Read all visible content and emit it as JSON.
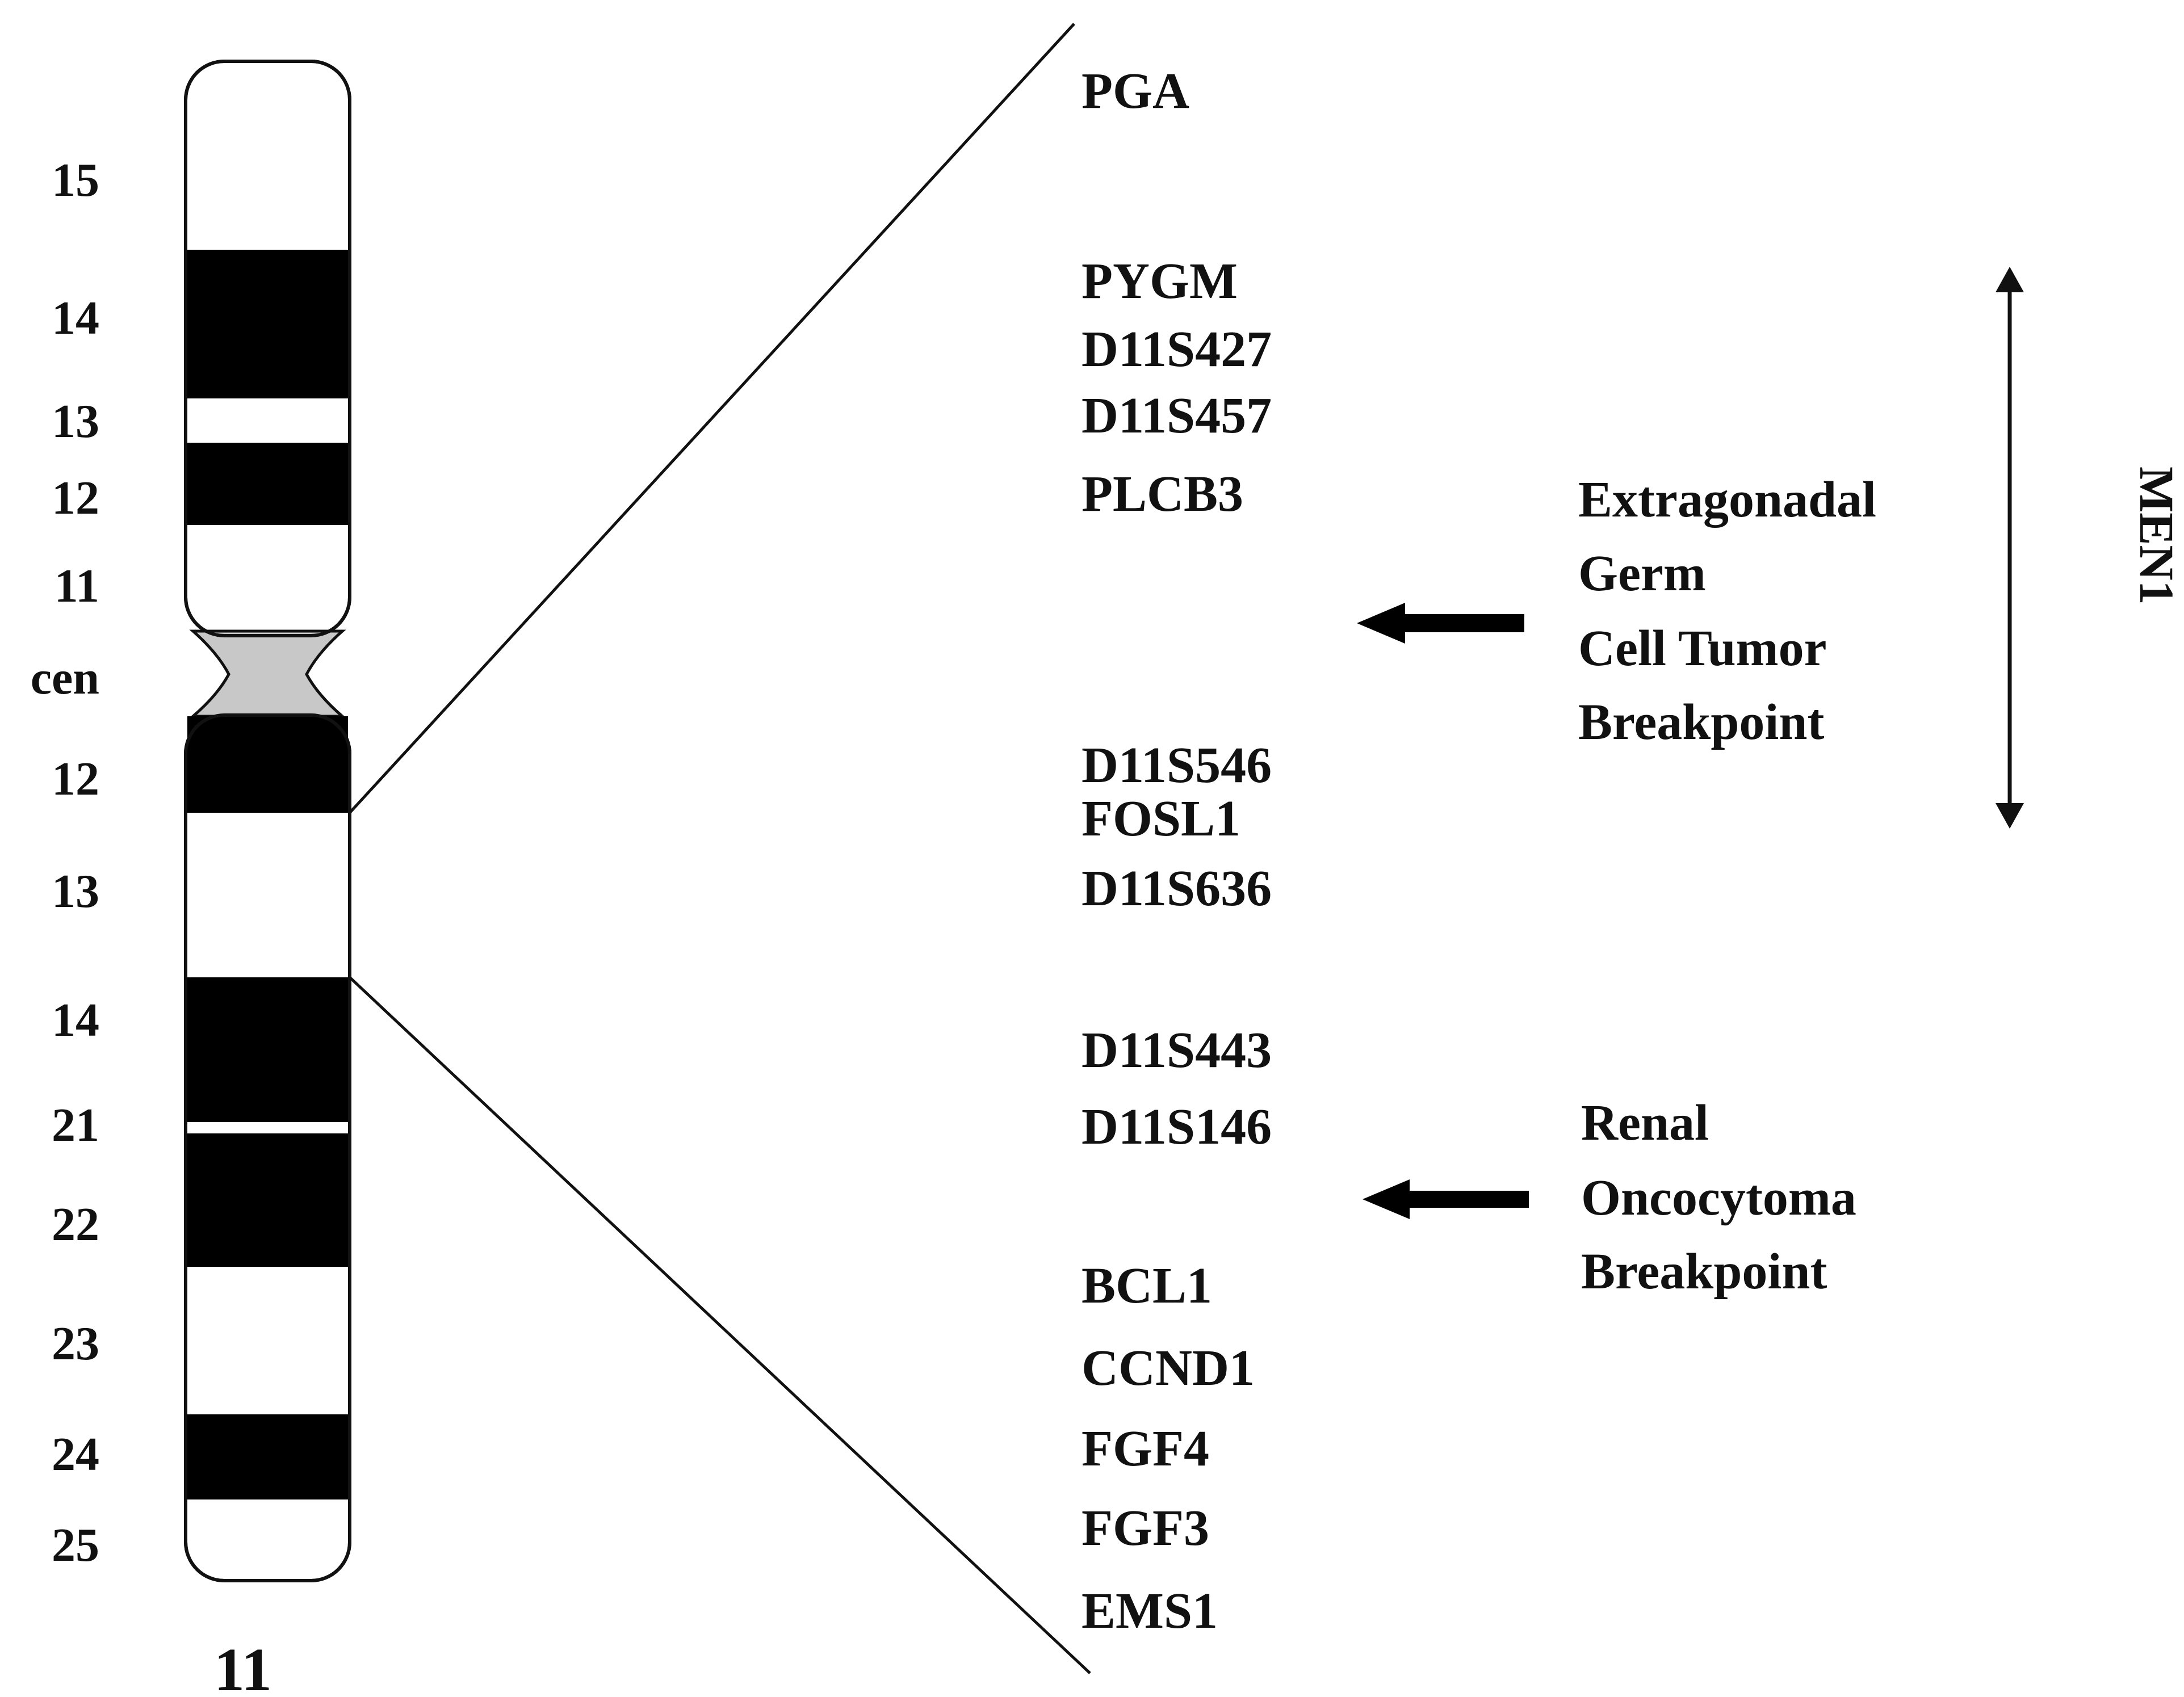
{
  "chromosome": {
    "name": "11",
    "band_labels": [
      "15",
      "14",
      "13",
      "12",
      "11",
      "cen",
      "12",
      "13",
      "14",
      "21",
      "22",
      "23",
      "24",
      "25"
    ]
  },
  "markers": [
    "PGA",
    "PYGM",
    "D11S427",
    "D11S457",
    "PLCB3",
    "D11S546",
    "FOSL1",
    "D11S636",
    "D11S443",
    "D11S146",
    "BCL1",
    "CCND1",
    "FGF4",
    "FGF3",
    "EMS1"
  ],
  "breakpoints": [
    {
      "lines": [
        "Extragonadal",
        "Germ",
        "Cell Tumor",
        "Breakpoint"
      ]
    },
    {
      "lines": [
        "Renal",
        "Oncocytoma",
        "Breakpoint"
      ]
    }
  ],
  "region": {
    "label": "MEN1"
  },
  "colors": {
    "dark_band": "#000000",
    "light_band": "#ffffff",
    "centromere": "#c8c8c8",
    "outline": "#111111"
  }
}
